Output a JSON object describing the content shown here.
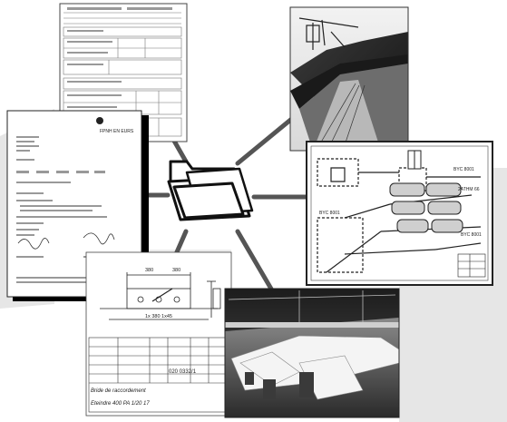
{
  "diagram": {
    "hub": {
      "icon": "open-folder-icon"
    },
    "spokes": [
      {
        "target": "form-document"
      },
      {
        "target": "conveyor-photo"
      },
      {
        "target": "letter-document"
      },
      {
        "target": "schematic-drawing"
      },
      {
        "target": "technical-drawing"
      },
      {
        "target": "equipment-photo"
      }
    ],
    "letter": {
      "logo_text": "FPNH EN EURS"
    },
    "drawing": {
      "dim_1": "380",
      "dim_2": "380",
      "dim_3": "1x 380 1x45",
      "title_block_number": "020 0332/1",
      "title_block_caption_1": "Bride de raccordement",
      "title_block_caption_2": "Eteindre 400 PA 1/20 17"
    },
    "schematic": {
      "label_a": "BYC 8001",
      "label_b": "BYC 8001",
      "label_c": "2ATHM 66",
      "label_d": "BYC 8001"
    },
    "colors": {
      "background": "#ffffff",
      "bg_panel": "#e6e6e6",
      "line": "#555555",
      "ink": "#1a1a1a"
    }
  }
}
